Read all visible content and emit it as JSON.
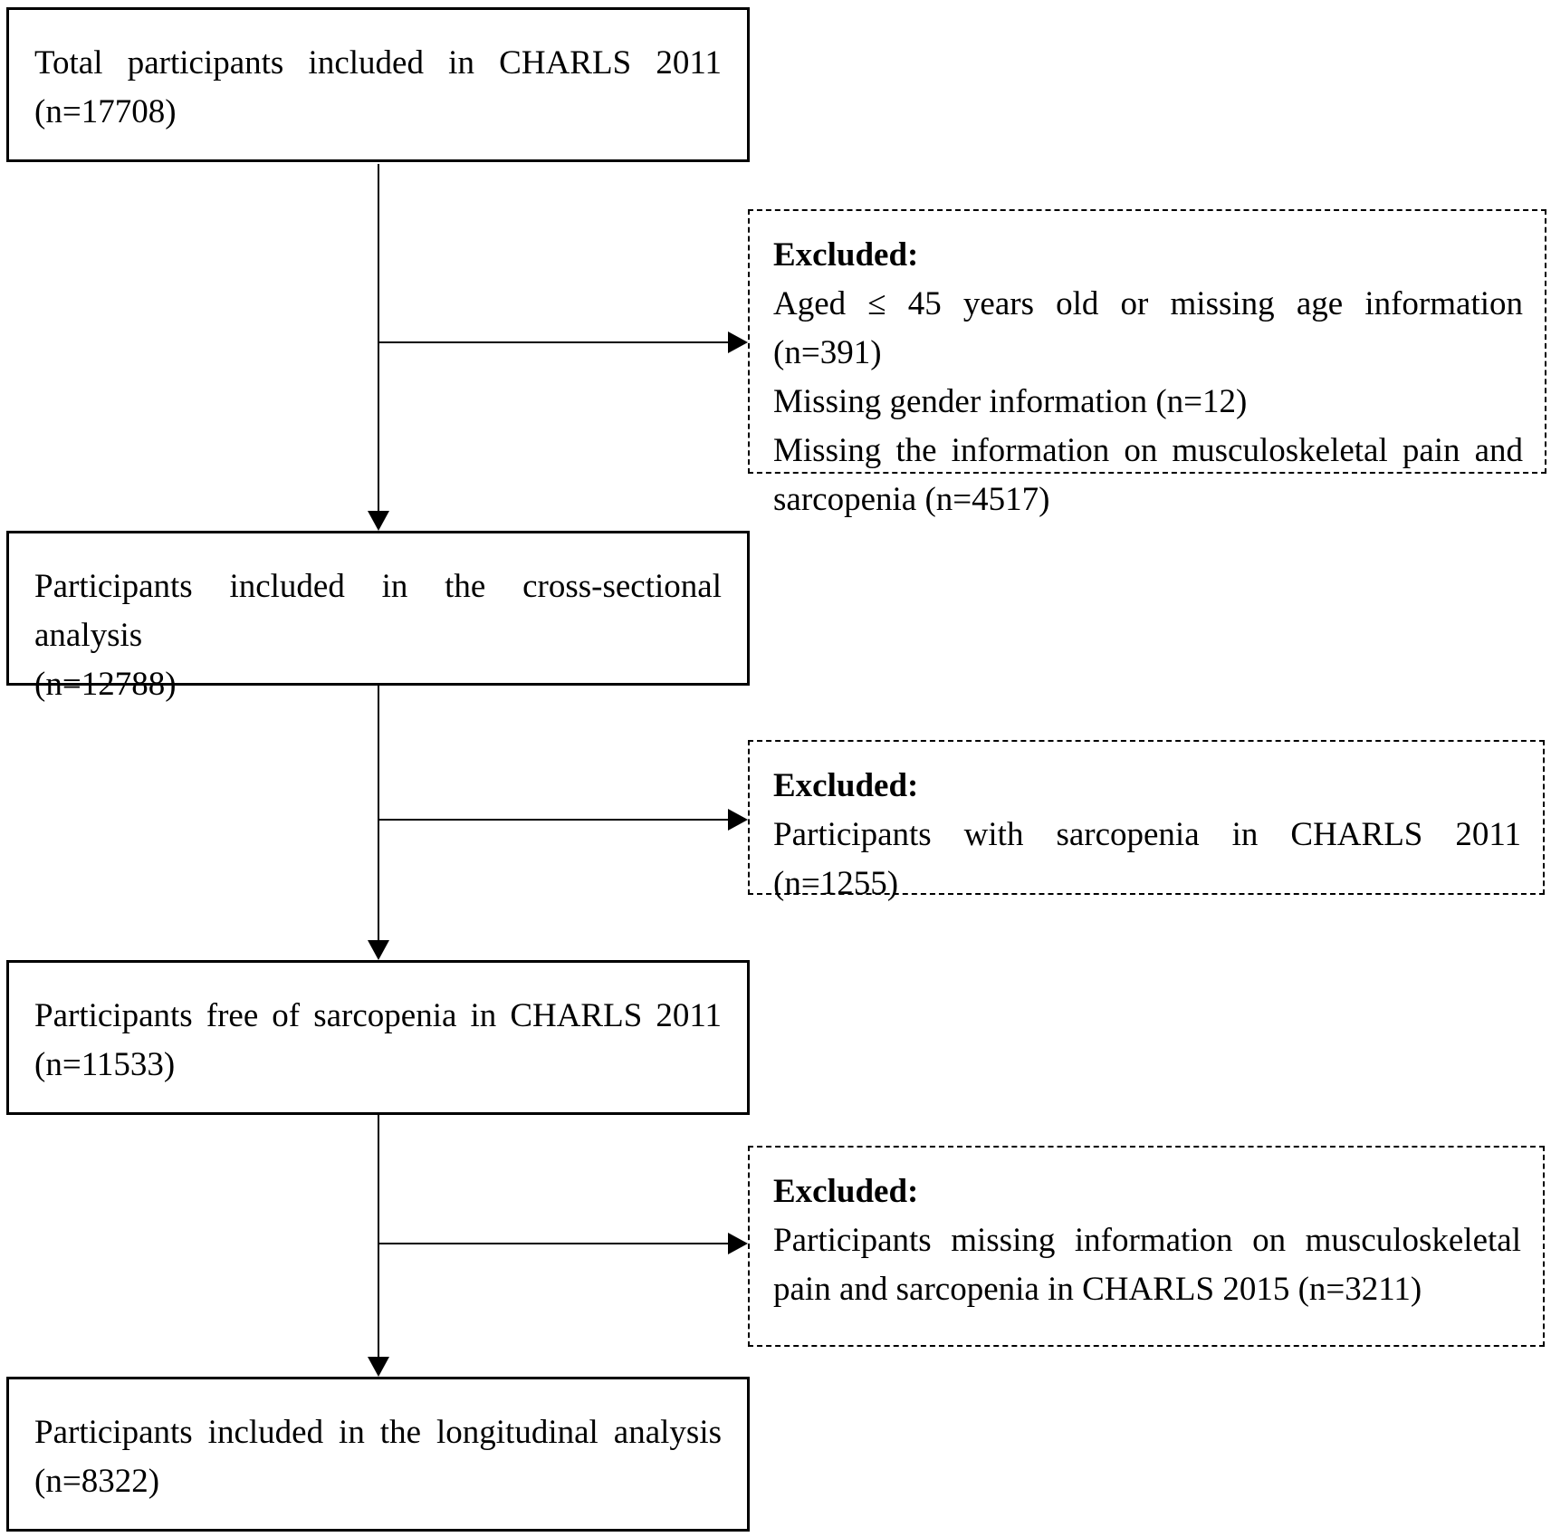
{
  "boxes": {
    "total": {
      "line1": "Total participants included in CHARLS 2011",
      "line2": "(n=17708)"
    },
    "cross_sectional": {
      "line1": "Participants included in the cross-sectional analysis",
      "line2": "(n=12788)"
    },
    "free_of_sarcopenia": {
      "line1": "Participants free of sarcopenia in CHARLS 2011",
      "line2": "(n=11533)"
    },
    "longitudinal": {
      "line1": "Participants included in the longitudinal analysis",
      "line2": "(n=8322)"
    }
  },
  "exclusions": {
    "first": {
      "heading": "Excluded:",
      "items": [
        "Aged ≤ 45 years old or missing age information (n=391)",
        "Missing gender information (n=12)",
        "Missing the information on musculoskeletal pain and",
        "sarcopenia (n=4517)"
      ]
    },
    "second": {
      "heading": "Excluded:",
      "items": [
        "Participants with sarcopenia in CHARLS 2011 (n=1255)"
      ]
    },
    "third": {
      "heading": "Excluded:",
      "items": [
        "Participants missing information on musculoskeletal",
        "pain and sarcopenia in CHARLS 2015 (n=3211)"
      ]
    }
  }
}
